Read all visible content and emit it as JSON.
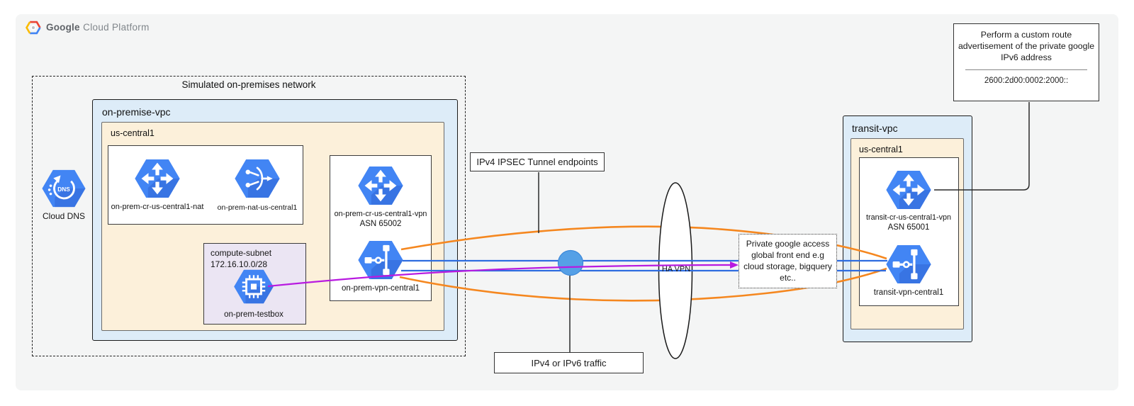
{
  "logo": {
    "brand": "Google",
    "product": "Cloud Platform"
  },
  "onprem": {
    "title": "Simulated on-premises network",
    "vpc_label": "on-premise-vpc",
    "region_label": "us-central1",
    "router_nat_label": "on-prem-cr-us-central1-nat",
    "nat_label": "on-prem-nat-us-central1",
    "subnet": {
      "name": "compute-subnet",
      "cidr": "172.16.10.0/28",
      "vm_label": "on-prem-testbox"
    },
    "vpn_router_label": "on-prem-cr-us-central1-vpn",
    "vpn_router_asn": "ASN 65002",
    "vpn_gateway_label": "on-prem-vpn-central1"
  },
  "cloud_dns_label": "Cloud DNS",
  "labels": {
    "ipsec": "IPv4 IPSEC Tunnel endpoints",
    "traffic": "IPv4 or IPv6 traffic",
    "ha_vpn": "HA VPN",
    "pga": "Private google access global front end e.g cloud storage, bigquery etc..",
    "note_text": "Perform a custom route advertisement of the private google IPv6 address",
    "note_address": "2600:2d00:0002:2000::"
  },
  "transit": {
    "vpc_label": "transit-vpc",
    "region_label": "us-central1",
    "router_label": "transit-cr-us-central1-vpn",
    "router_asn": "ASN 65001",
    "vpn_gateway_label": "transit-vpn-central1"
  },
  "colors": {
    "icon_blue": "#4285f4",
    "icon_shadow": "#3266d6",
    "line_orange": "#f5871f",
    "line_blue": "#2e6ce0",
    "line_purple": "#b81ae0",
    "vpc_fill": "#ddecf8",
    "region_fill": "#fcf0da",
    "subnet_fill": "#ebe5f3",
    "traffic_node_fill": "#55a0e6"
  },
  "icons": {
    "gcp-logo-icon": "multicolor hexagon",
    "cloud-dns-icon": "blue hexagon, circular arrow around DNS",
    "cloud-router-icon": "blue hexagon, four outward arrows",
    "cloud-nat-icon": "blue hexagon, NAT translation glyph",
    "compute-engine-icon": "blue hexagon, CPU chip",
    "cloud-vpn-icon": "blue hexagon, tunnel connector glyph"
  }
}
